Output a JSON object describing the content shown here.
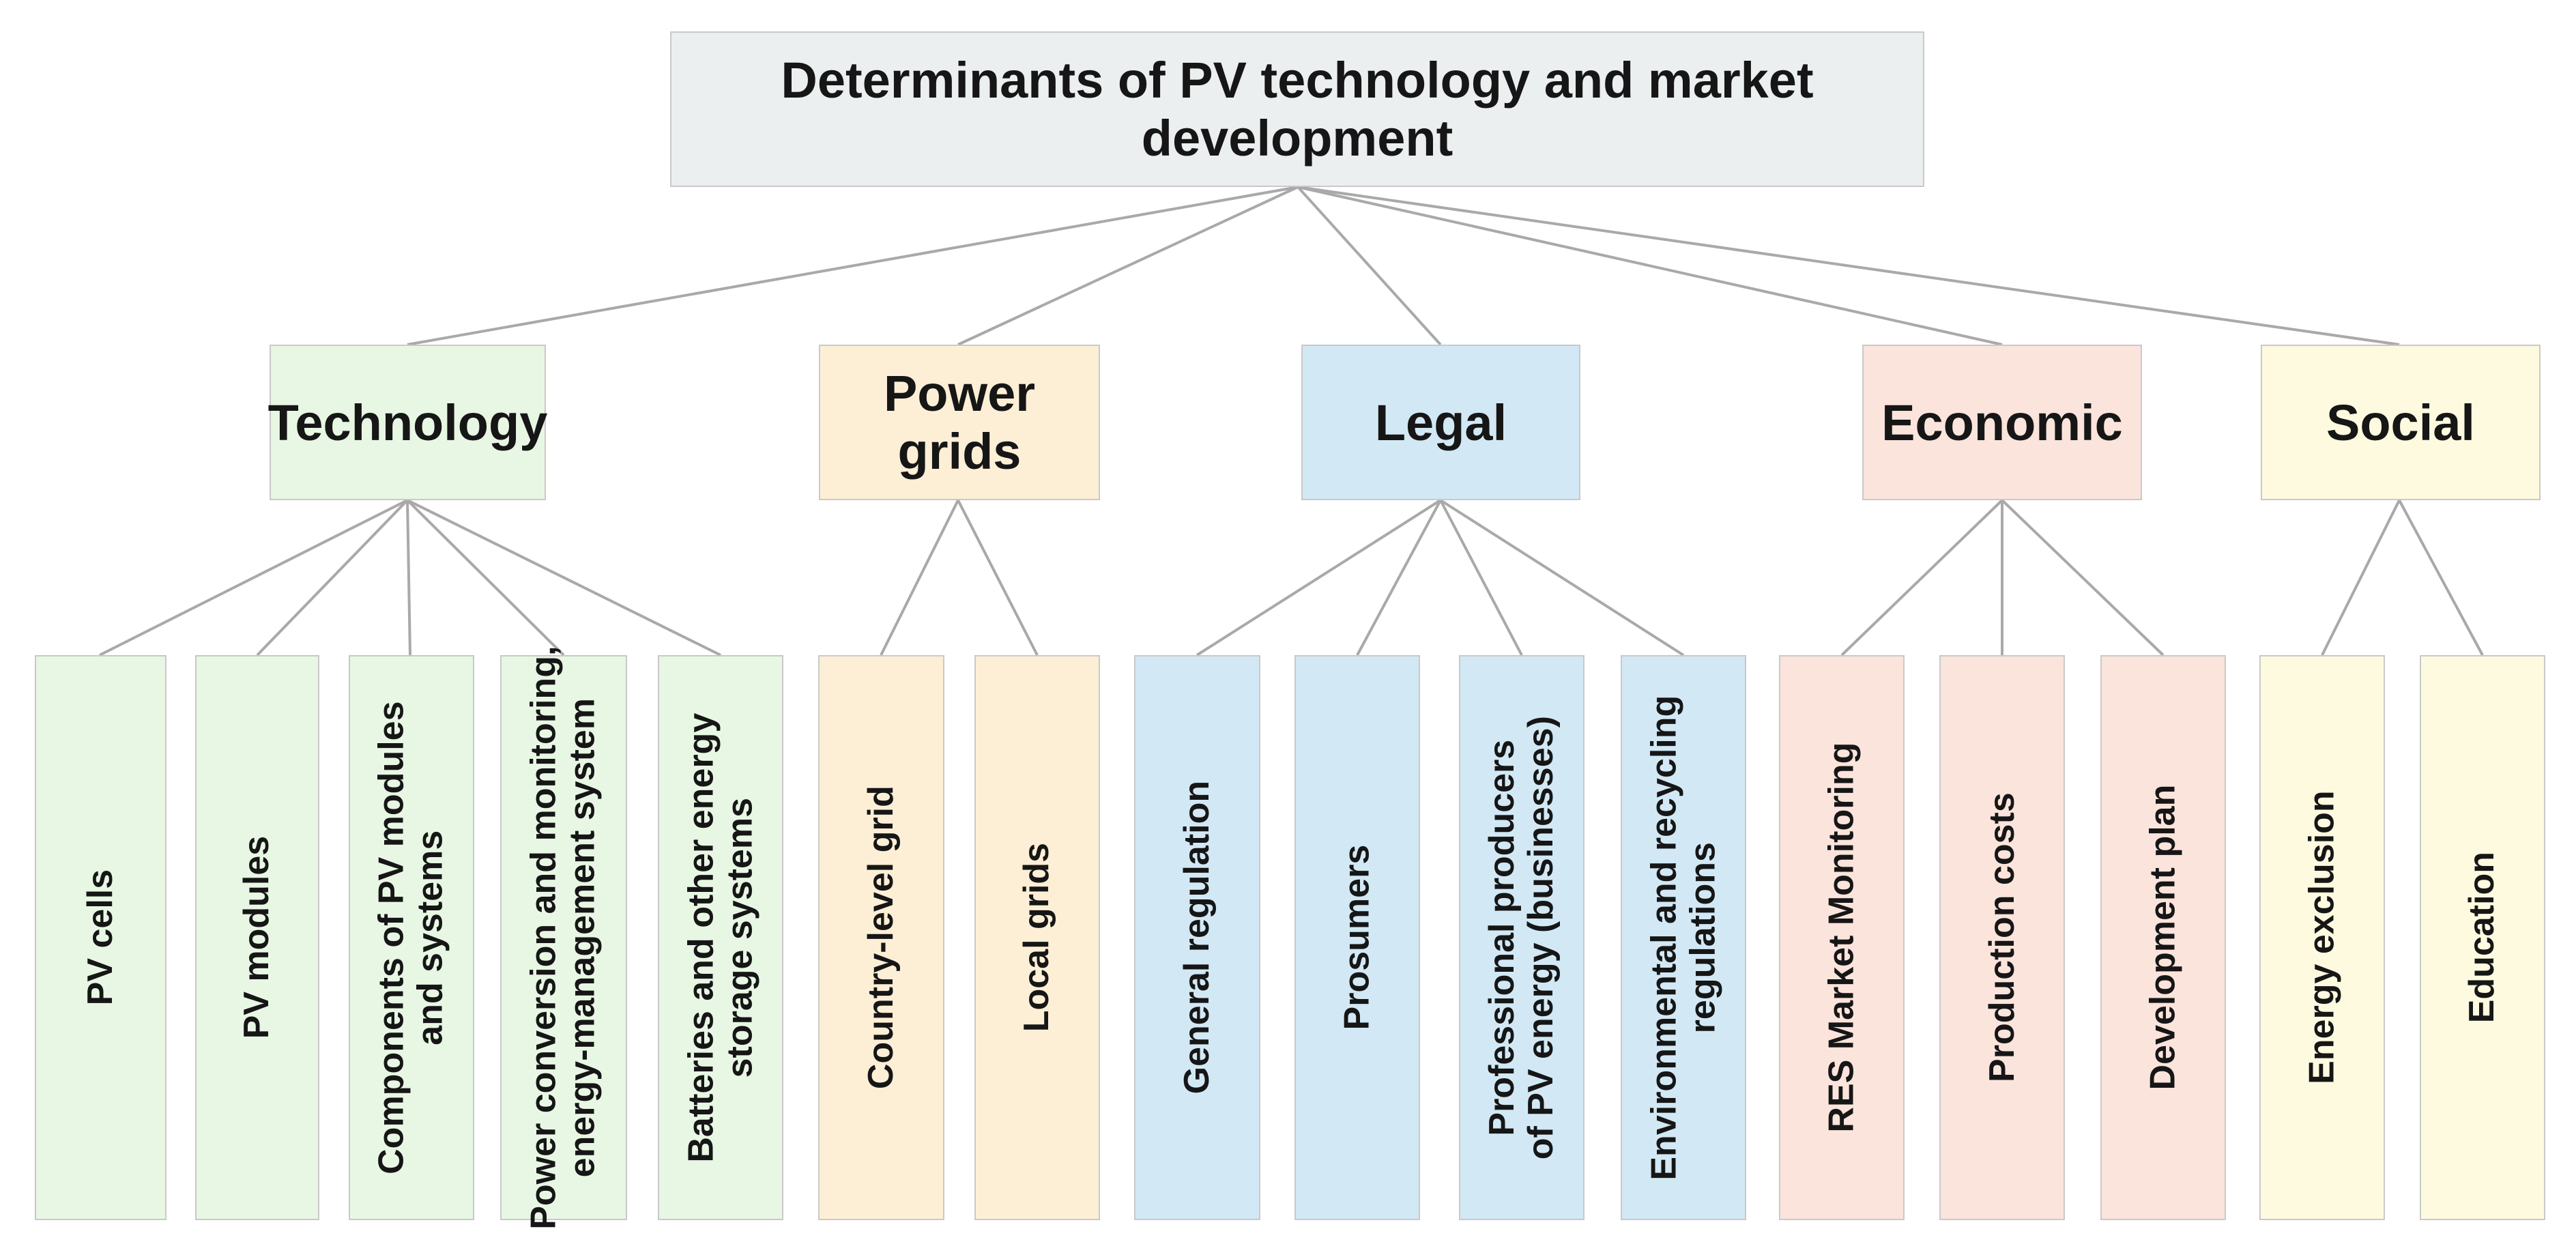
{
  "diagram": {
    "title": "Determinants of PV technology and market development",
    "categories": [
      {
        "id": "technology",
        "label": "Technology",
        "color": "#e8f7e4",
        "items": [
          "PV cells",
          "PV modules",
          "Components of PV modules\nand systems",
          "Power conversion and monitoring,\nenergy-management system",
          "Batteries and other energy\nstorage systems"
        ]
      },
      {
        "id": "power-grids",
        "label": "Power grids",
        "color": "#fdefd6",
        "items": [
          "Country-level grid",
          "Local grids"
        ]
      },
      {
        "id": "legal",
        "label": "Legal",
        "color": "#d2e8f5",
        "items": [
          "General regulation",
          "Prosumers",
          "Professional producers\nof PV energy (businesses)",
          "Environmental and recycling\nregulations"
        ]
      },
      {
        "id": "economic",
        "label": "Economic",
        "color": "#fbe4dc",
        "items": [
          "RES Market Monitoring",
          "Production costs",
          "Development plan"
        ]
      },
      {
        "id": "social",
        "label": "Social",
        "color": "#fefae0",
        "items": [
          "Energy exclusion",
          "Education"
        ]
      }
    ],
    "line_color": "#a9a9a9"
  }
}
